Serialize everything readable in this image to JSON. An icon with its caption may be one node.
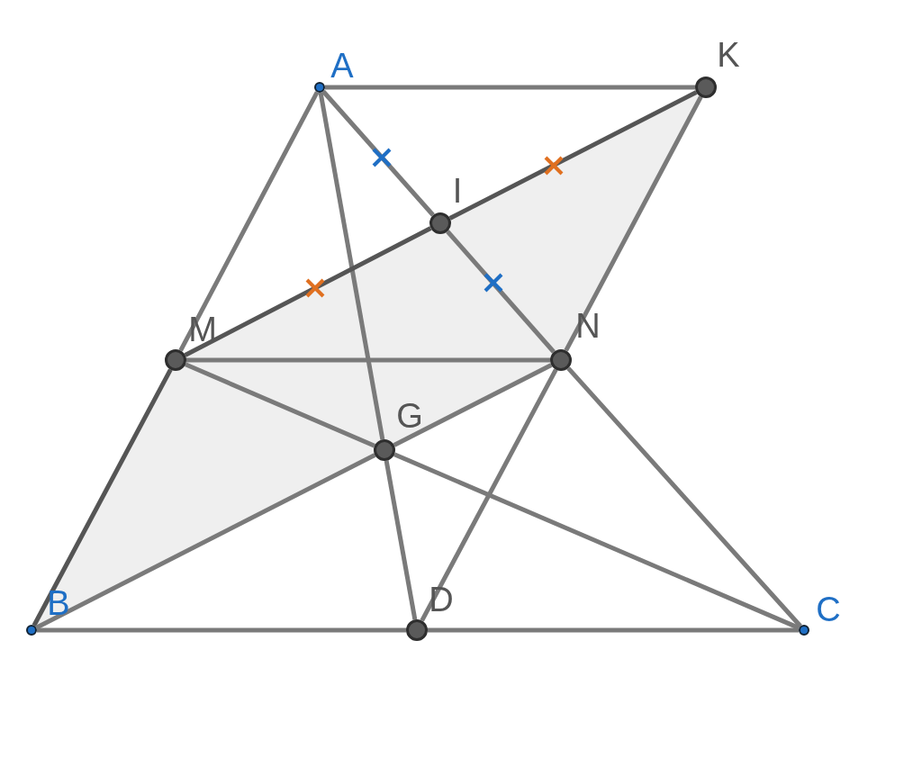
{
  "diagram": {
    "nodes": [
      {
        "text": [
          "A"
        ]
      },
      {
        "text": [
          "K"
        ]
      },
      {
        "text": [
          "I"
        ]
      },
      {
        "text": [
          "M"
        ]
      },
      {
        "text": [
          "N"
        ]
      },
      {
        "text": [
          "G"
        ]
      },
      {
        "text": [
          "B"
        ]
      },
      {
        "text": [
          "D"
        ]
      },
      {
        "text": [
          "C"
        ]
      }
    ],
    "edges": [
      {
        "from": 0,
        "to": 1,
        "arrow": "none"
      },
      {
        "from": 0,
        "to": 3,
        "arrow": "none"
      },
      {
        "from": 3,
        "to": 6,
        "arrow": "none",
        "color": "#555555"
      },
      {
        "from": 0,
        "to": 2,
        "arrow": "none"
      },
      {
        "from": 2,
        "to": 4,
        "arrow": "none"
      },
      {
        "from": 0,
        "to": 5,
        "arrow": "none"
      },
      {
        "from": 5,
        "to": 7,
        "arrow": "none"
      },
      {
        "from": 1,
        "to": 2,
        "arrow": "none",
        "color": "#555555"
      },
      {
        "from": 2,
        "to": 3,
        "arrow": "none",
        "color": "#555555"
      },
      {
        "from": 1,
        "to": 4,
        "arrow": "none"
      },
      {
        "from": 4,
        "to": 7,
        "arrow": "none"
      },
      {
        "from": 3,
        "to": 4,
        "arrow": "none"
      },
      {
        "from": 3,
        "to": 5,
        "arrow": "none"
      },
      {
        "from": 5,
        "to": 8,
        "arrow": "none"
      },
      {
        "from": 4,
        "to": 5,
        "arrow": "none"
      },
      {
        "from": 5,
        "to": 6,
        "arrow": "none"
      },
      {
        "from": 4,
        "to": 8,
        "arrow": "none"
      },
      {
        "from": 6,
        "to": 7,
        "arrow": "none"
      },
      {
        "from": 7,
        "to": 8,
        "arrow": "none"
      }
    ]
  }
}
